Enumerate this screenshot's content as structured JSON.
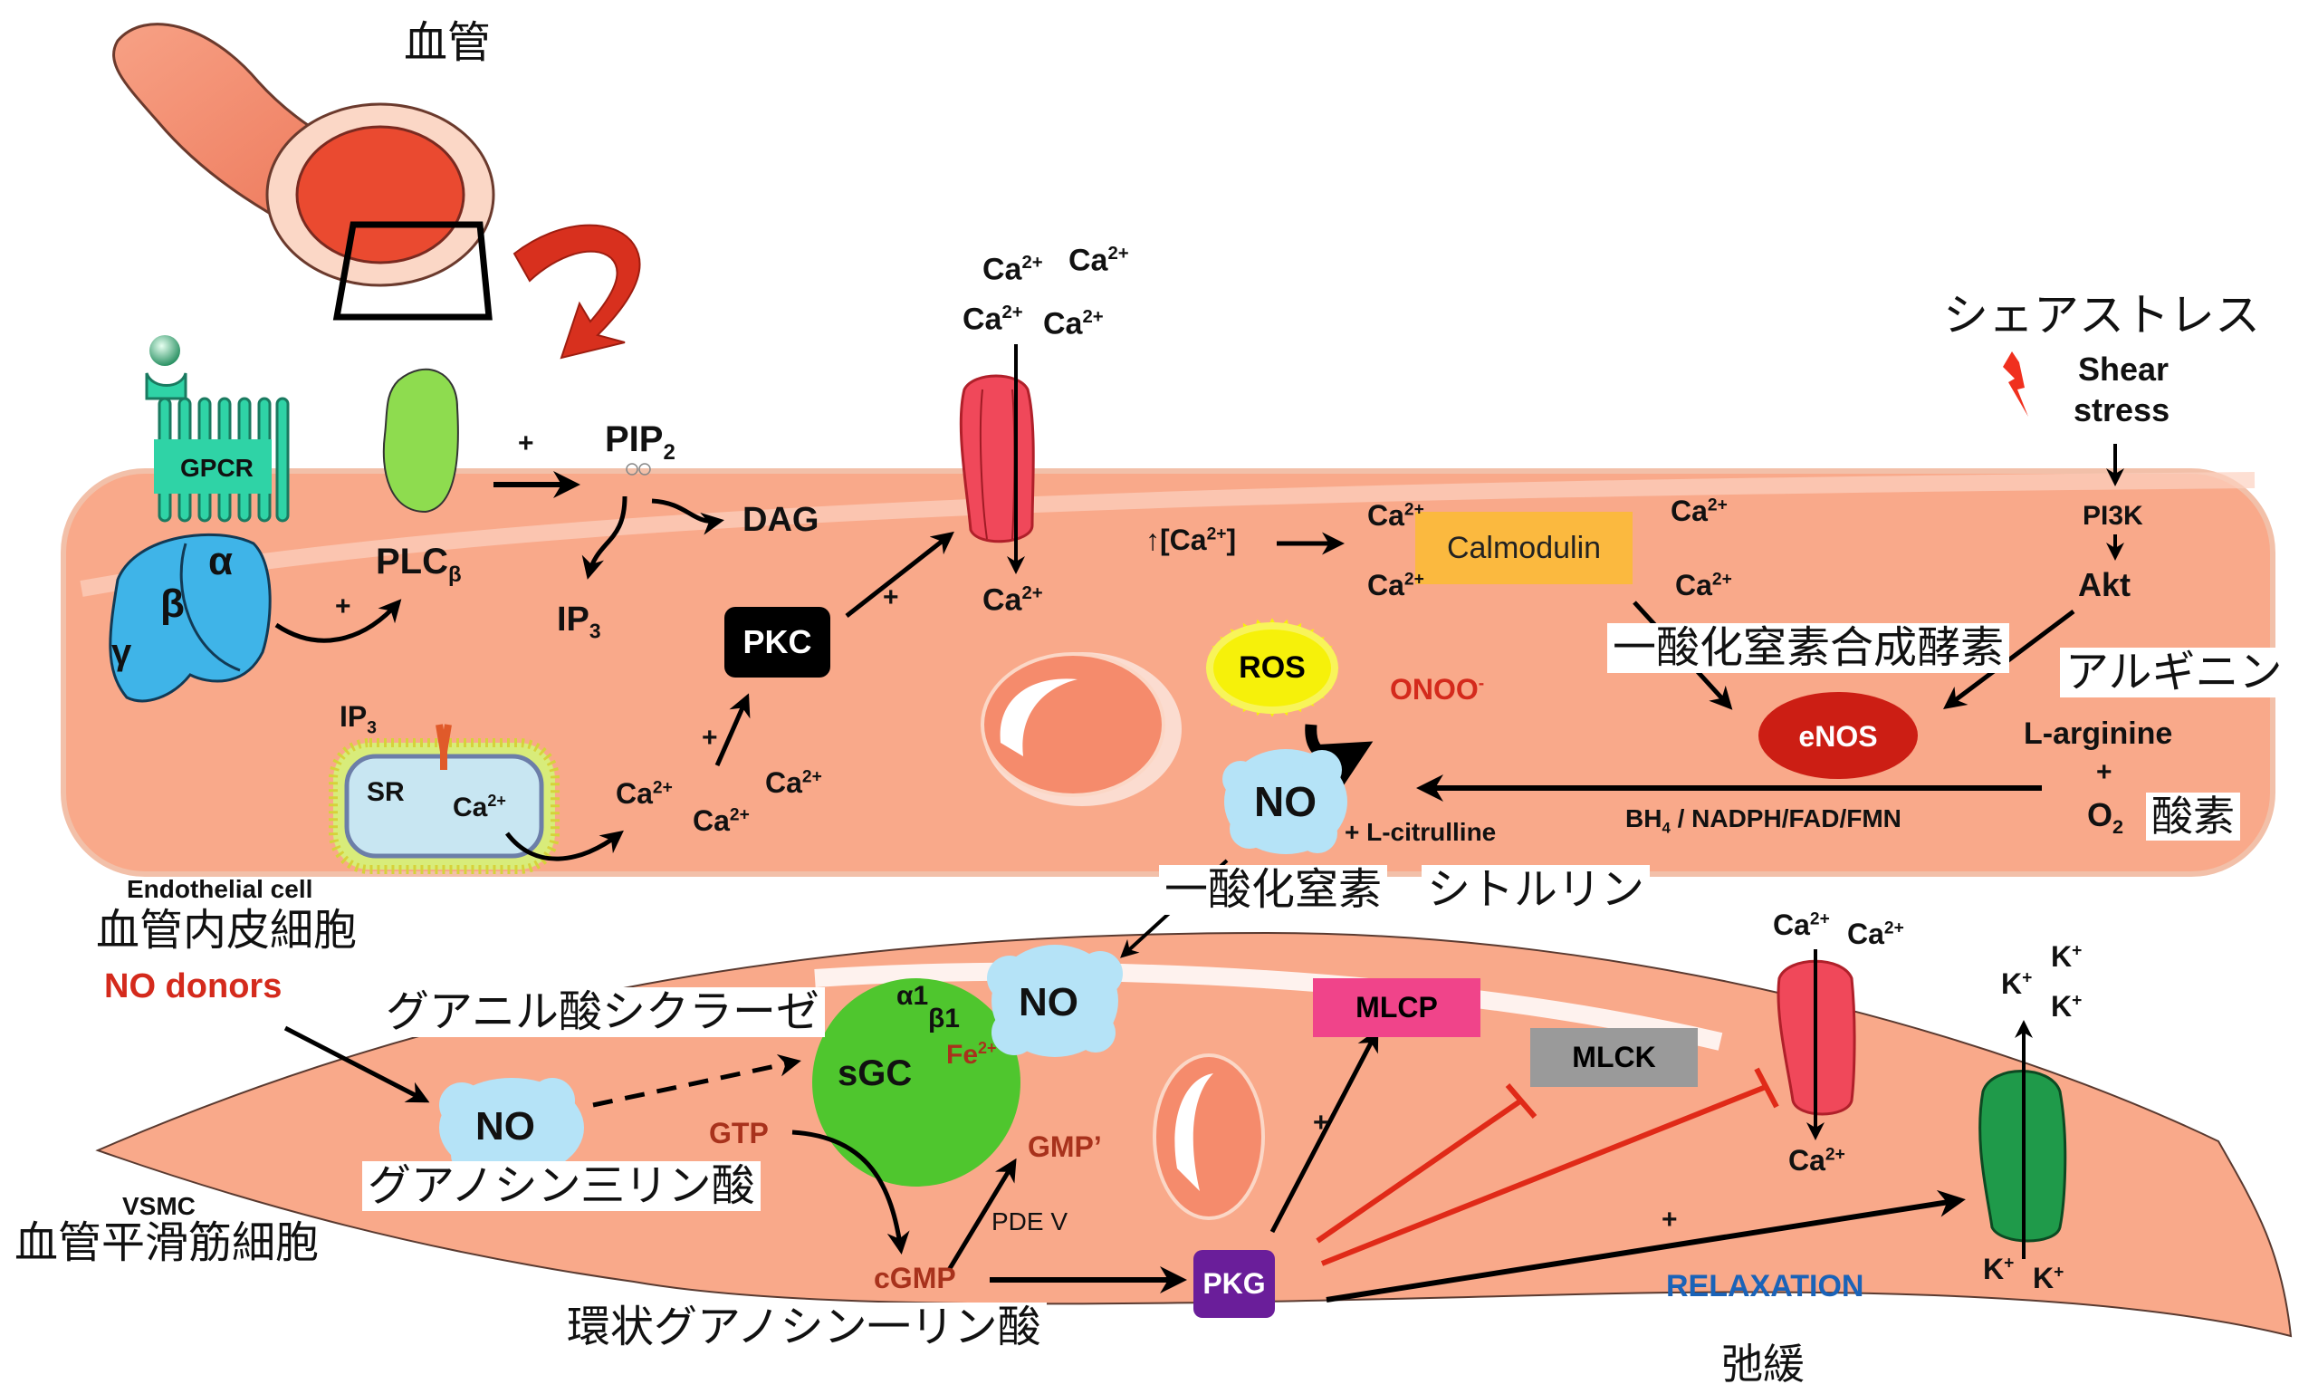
{
  "title_vessel": "血管",
  "colors": {
    "cell_fill": "#f9a98a",
    "vessel_fill": "#f58b6c",
    "red_arrow": "#d8301e",
    "gpcr": "#2fd3a6",
    "g_protein": "#3fb4e8",
    "plc": "#8edc4f",
    "pkc": "#000000",
    "calmodulin": "#fbb93f",
    "ros": "#f6f10a",
    "enos": "#cc1e14",
    "no_cloud": "#b5e3f7",
    "sgc": "#4fc62e",
    "mlcp": "#f0448a",
    "mlck": "#9a9a9a",
    "pkg": "#6a1e9a",
    "ca_channel": "#f0485a",
    "k_channel": "#1f9a4a",
    "inhibit": "#e02a18",
    "relaxation": "#1a63b8"
  },
  "endothelial": {
    "label_en": "Endothelial cell",
    "label_jp": "血管内皮細胞",
    "gpcr": "GPCR",
    "g_alpha": "α",
    "g_beta": "β",
    "g_gamma": "γ",
    "plc": "PLC",
    "plc_sub": "β",
    "plus": "+",
    "pip2": "PIP",
    "pip2_sub": "2",
    "dag": "DAG",
    "ip3": "IP",
    "ip3_sub": "3",
    "pkc": "PKC",
    "sr": "SR",
    "ca": "Ca",
    "ca_sup": "2+",
    "ca_rise": "↑[Ca",
    "ca_rise_end": "]",
    "calmodulin": "Calmodulin",
    "shear_jp": "シェアストレス",
    "shear_en_1": "Shear",
    "shear_en_2": "stress",
    "pi3k": "PI3K",
    "akt": "Akt",
    "nos_jp": "一酸化窒素合成酵素",
    "arginine_jp": "アルギニン",
    "enos": "eNOS",
    "l_arginine": "L-arginine",
    "o2": "O",
    "o2_sub": "2",
    "oxygen_jp": "酸素",
    "cofactors_bh": "BH",
    "cofactors_sub": "4",
    "cofactors_rest": " / NADPH/FAD/FMN",
    "ros": "ROS",
    "onoo": "ONOO",
    "onoo_sup": "-",
    "no": "NO",
    "citrulline": "+ L-citrulline",
    "no_jp": "一酸化窒素",
    "citrulline_jp": "シトルリン"
  },
  "vsmc": {
    "label_en": "VSMC",
    "label_jp": "血管平滑筋細胞",
    "no_donors": "NO donors",
    "gc_jp": "グアニル酸シクラーゼ",
    "no": "NO",
    "sgc": "sGC",
    "a1": "α1",
    "b1": "β1",
    "fe": "Fe",
    "fe_sup": "2+",
    "gtp": "GTP",
    "gtp_jp": "グアノシン三リン酸",
    "gmp": "GMP’",
    "pde": "PDE V",
    "cgmp": "cGMP",
    "cgmp_jp": "環状グアノシン一リン酸",
    "pkg": "PKG",
    "mlcp": "MLCP",
    "mlck": "MLCK",
    "plus": "+",
    "relaxation": "RELAXATION",
    "relaxation_jp": "弛緩",
    "ca": "Ca",
    "ca_sup": "2+",
    "k": "K",
    "k_sup": "+"
  }
}
